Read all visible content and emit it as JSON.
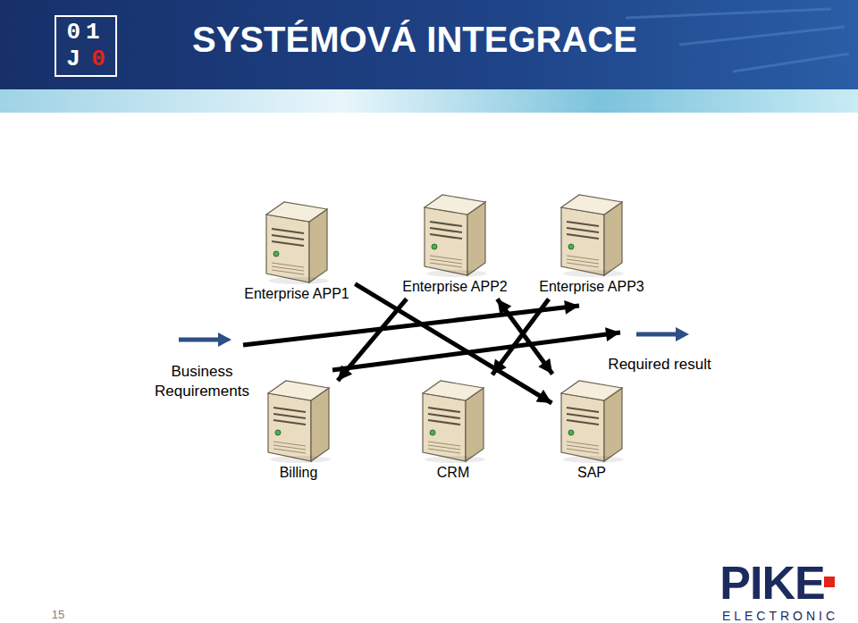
{
  "diagram": {
    "title": "SYSTÉMOVÁ INTEGRACE",
    "nodes": [
      {
        "text": [
          "Enterprise APP1"
        ]
      },
      {
        "text": [
          "Enterprise APP2"
        ]
      },
      {
        "text": [
          "Enterprise APP3"
        ]
      },
      {
        "text": [
          "Billing"
        ]
      },
      {
        "text": [
          "CRM"
        ]
      },
      {
        "text": [
          "SAP"
        ]
      }
    ],
    "edges": [
      {
        "from": 1,
        "to": 3,
        "arrow": "to"
      },
      {
        "from": 2,
        "to": 4,
        "arrow": "to"
      },
      {
        "from": 0,
        "to": 5,
        "arrow": "to"
      },
      {
        "from": 5,
        "to": 1,
        "arrow": "both"
      }
    ],
    "labels": [
      "Business Requirements",
      "Required result",
      "01",
      "J",
      "0",
      "15",
      "PIKE",
      "ELECTRONIC"
    ]
  }
}
